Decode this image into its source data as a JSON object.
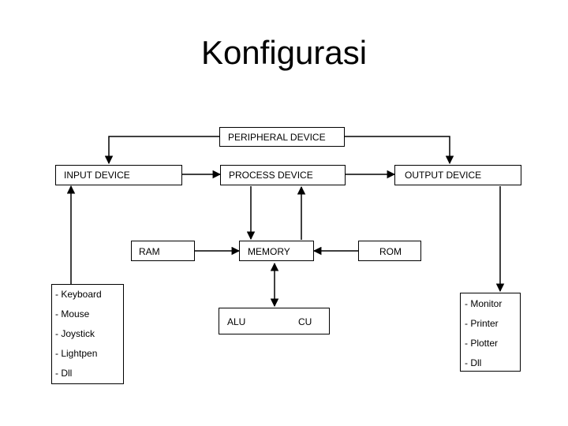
{
  "title": "Konfigurasi",
  "boxes": {
    "peripheral": "PERIPHERAL DEVICE",
    "input": "INPUT DEVICE",
    "process": "PROCESS DEVICE",
    "output": "OUTPUT DEVICE",
    "ram": "RAM",
    "memory": "MEMORY",
    "rom": "ROM",
    "alu": "ALU",
    "cu": "CU"
  },
  "input_devices": [
    "- Keyboard",
    "- Mouse",
    "- Joystick",
    "- Lightpen",
    "- Dll"
  ],
  "output_devices": [
    "- Monitor",
    "- Printer",
    "- Plotter",
    "- Dll"
  ]
}
